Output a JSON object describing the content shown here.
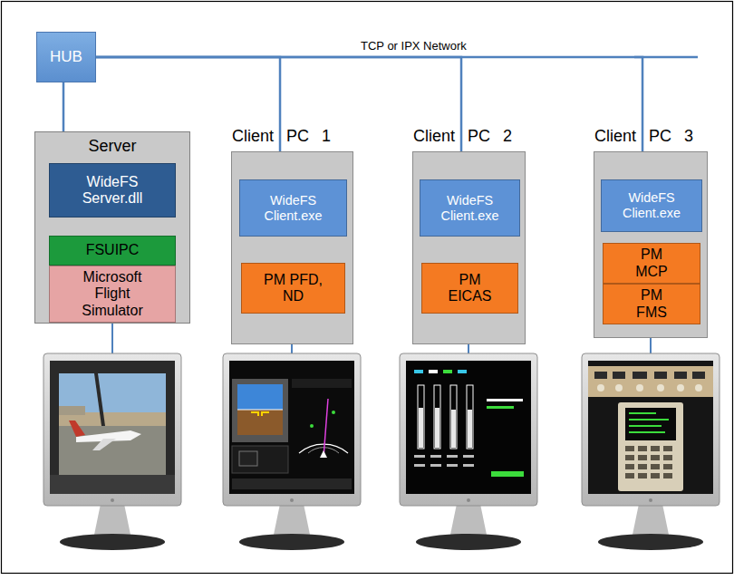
{
  "diagram": {
    "nodes": [
      {
        "text": [
          "HUB"
        ]
      },
      {
        "text": [
          "Server"
        ]
      },
      {
        "text": [
          "WideFS Server.dll"
        ],
        "in": 1
      },
      {
        "text": [
          "FSUIPC"
        ],
        "in": 1
      },
      {
        "text": [
          "Microsoft Flight Simulator"
        ],
        "in": 1
      },
      {
        "text": [
          "Client PC 1"
        ]
      },
      {
        "text": [
          "WideFS Client.exe"
        ],
        "in": 5
      },
      {
        "text": [
          "PM PFD, ND"
        ],
        "in": 5
      },
      {
        "text": [
          "Client PC 2"
        ]
      },
      {
        "text": [
          "WideFS Client.exe"
        ],
        "in": 8
      },
      {
        "text": [
          "PM EICAS"
        ],
        "in": 8
      },
      {
        "text": [
          "Client PC 3"
        ]
      },
      {
        "text": [
          "WideFS Client.exe"
        ],
        "in": 11
      },
      {
        "text": [
          "PM MCP"
        ],
        "in": 11
      },
      {
        "text": [
          "PM FMS"
        ],
        "in": 11
      }
    ],
    "edges": [
      {
        "from": 0,
        "to": 1,
        "arrow": "none"
      },
      {
        "from": 0,
        "to": 5,
        "arrow": "none"
      },
      {
        "from": 0,
        "to": 8,
        "arrow": "none"
      },
      {
        "from": 0,
        "to": 11,
        "arrow": "none"
      },
      {
        "from": 2,
        "to": 3,
        "arrow": "both"
      },
      {
        "from": 6,
        "to": 7,
        "arrow": "to"
      },
      {
        "from": 9,
        "to": 10,
        "arrow": "to"
      },
      {
        "from": 12,
        "to": 13,
        "arrow": "to"
      }
    ],
    "labels": [
      "TCP or IPX Network"
    ]
  }
}
